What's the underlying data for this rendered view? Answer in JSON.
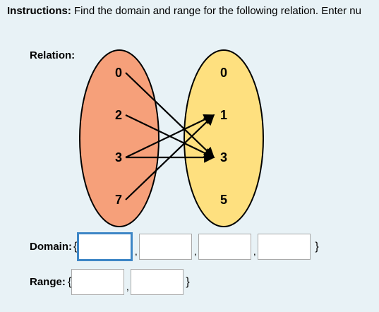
{
  "instructions": {
    "prefix": "Instructions:",
    "text": " Find the domain and range for the following relation. Enter nu"
  },
  "relation": {
    "label": "Relation:",
    "domain_values": [
      "0",
      "2",
      "3",
      "7"
    ],
    "range_values": [
      "0",
      "1",
      "3",
      "5"
    ],
    "mappings": [
      {
        "from": "0",
        "to": "3"
      },
      {
        "from": "2",
        "to": "3"
      },
      {
        "from": "3",
        "to": "1"
      },
      {
        "from": "3",
        "to": "3"
      },
      {
        "from": "7",
        "to": "1"
      }
    ],
    "colors": {
      "domain_oval": "#f6a07a",
      "range_oval": "#fee07f",
      "outline": "#000000"
    }
  },
  "domain_answer": {
    "label": "Domain:",
    "open_brace": "{",
    "close_brace": "}",
    "separator": ",",
    "values": [
      "",
      "",
      "",
      ""
    ]
  },
  "range_answer": {
    "label": "Range:",
    "open_brace": "{",
    "close_brace": "}",
    "separator": ",",
    "values": [
      "",
      ""
    ]
  },
  "accent_color": "#3d86c6"
}
